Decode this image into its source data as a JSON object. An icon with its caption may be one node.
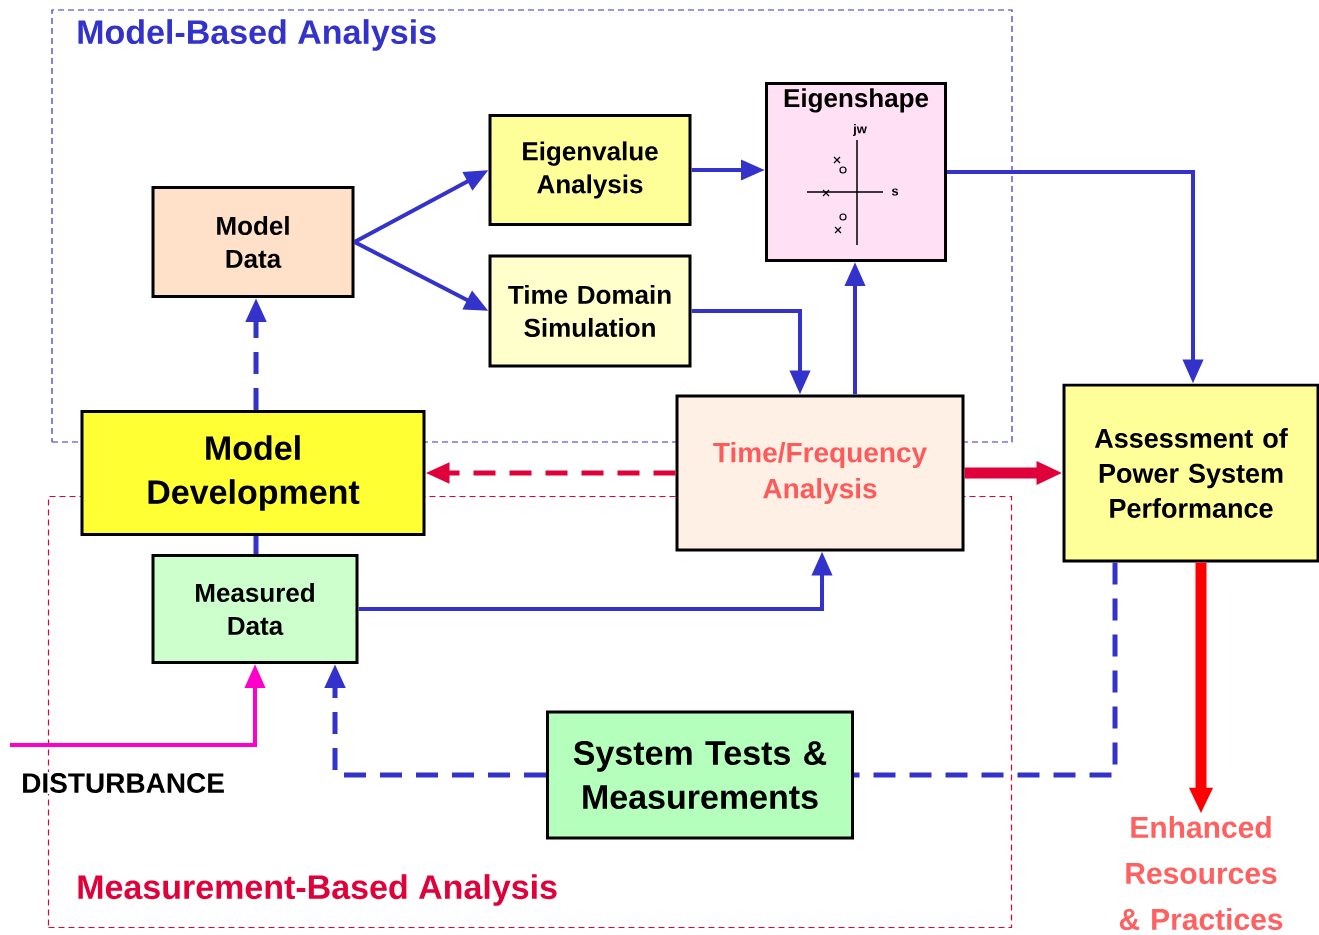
{
  "diagram": {
    "nodes": [
      {
        "text": [
          "Model-Based Analysis"
        ]
      },
      {
        "text": [
          "Measurement-Based Analysis"
        ]
      },
      {
        "text": [
          "Model Data"
        ],
        "in": 0
      },
      {
        "text": [
          "Eigenvalue Analysis"
        ],
        "in": 0
      },
      {
        "text": [
          "Time Domain Simulation"
        ],
        "in": 0
      },
      {
        "text": [
          "Eigenshape",
          "jw",
          "s"
        ],
        "in": 0
      },
      {
        "text": [
          "Model Development"
        ]
      },
      {
        "text": [
          "Time/Frequency Analysis"
        ]
      },
      {
        "text": [
          "Assessment of Power System Performance"
        ]
      },
      {
        "text": [
          "Measured Data"
        ],
        "in": 1
      },
      {
        "text": [
          "System Tests & Measurements"
        ],
        "in": 1
      },
      {
        "text": [
          "Enhanced Resources & Practices"
        ]
      }
    ],
    "edges": [
      {
        "from": 2,
        "to": 3,
        "arrow": "to"
      },
      {
        "from": 2,
        "to": 4,
        "arrow": "to"
      },
      {
        "from": 3,
        "to": 5,
        "arrow": "to"
      },
      {
        "from": 4,
        "to": 7,
        "arrow": "to"
      },
      {
        "from": 7,
        "to": 5,
        "arrow": "to"
      },
      {
        "from": 5,
        "to": 8,
        "arrow": "to"
      },
      {
        "from": 6,
        "to": 2,
        "arrow": "to",
        "style": "dashed"
      },
      {
        "from": 7,
        "to": 6,
        "arrow": "to",
        "style": "dashed",
        "color": "#e0003a"
      },
      {
        "from": 7,
        "to": 8,
        "arrow": "to",
        "style": "thick",
        "color": "#e0003a"
      },
      {
        "from": 9,
        "to": 7,
        "arrow": "to"
      },
      {
        "from": 6,
        "to": 9,
        "arrow": "none",
        "style": "dashed"
      },
      {
        "from": null,
        "to": 9,
        "arrow": "to",
        "label": "DISTURBANCE",
        "color": "#ff00cc"
      },
      {
        "from": 10,
        "to": 9,
        "arrow": "to",
        "style": "dashed"
      },
      {
        "from": 8,
        "to": 10,
        "arrow": "none",
        "style": "dashed"
      },
      {
        "from": 8,
        "to": 11,
        "arrow": "to",
        "style": "thick",
        "color": "#ff0000"
      }
    ]
  }
}
